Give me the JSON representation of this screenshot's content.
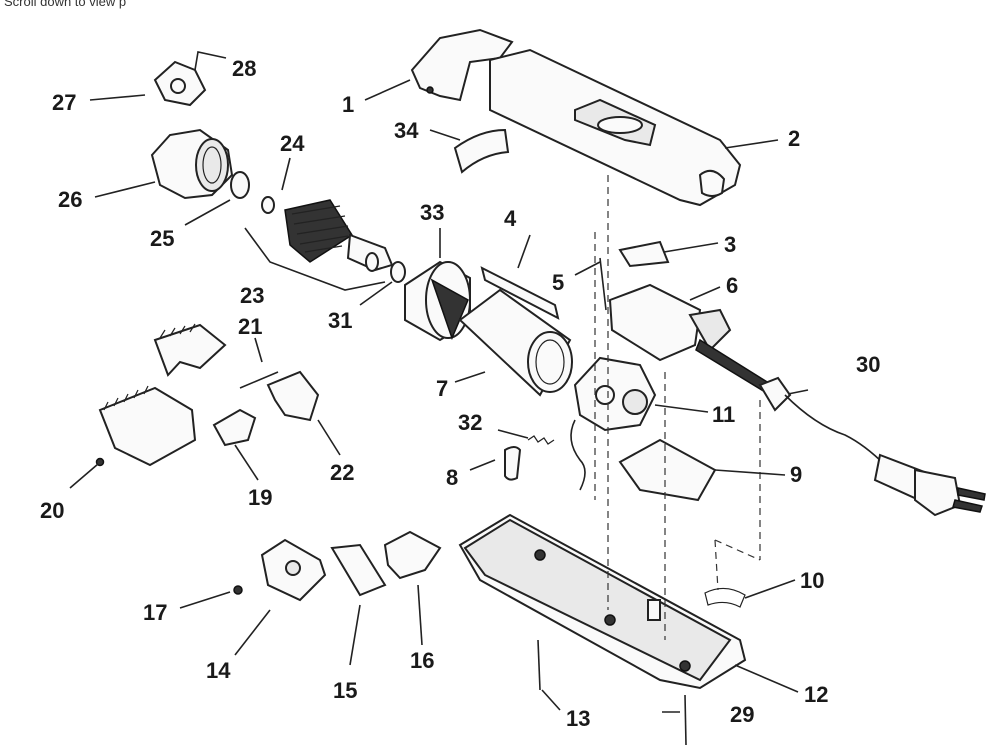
{
  "hint_text": "Scroll down to view p",
  "labels": [
    "1",
    "2",
    "3",
    "4",
    "5",
    "6",
    "7",
    "8",
    "9",
    "10",
    "11",
    "12",
    "13",
    "14",
    "15",
    "16",
    "17",
    "19",
    "20",
    "21",
    "22",
    "23",
    "24",
    "25",
    "26",
    "27",
    "28",
    "29",
    "30",
    "31",
    "32",
    "33",
    "34"
  ]
}
